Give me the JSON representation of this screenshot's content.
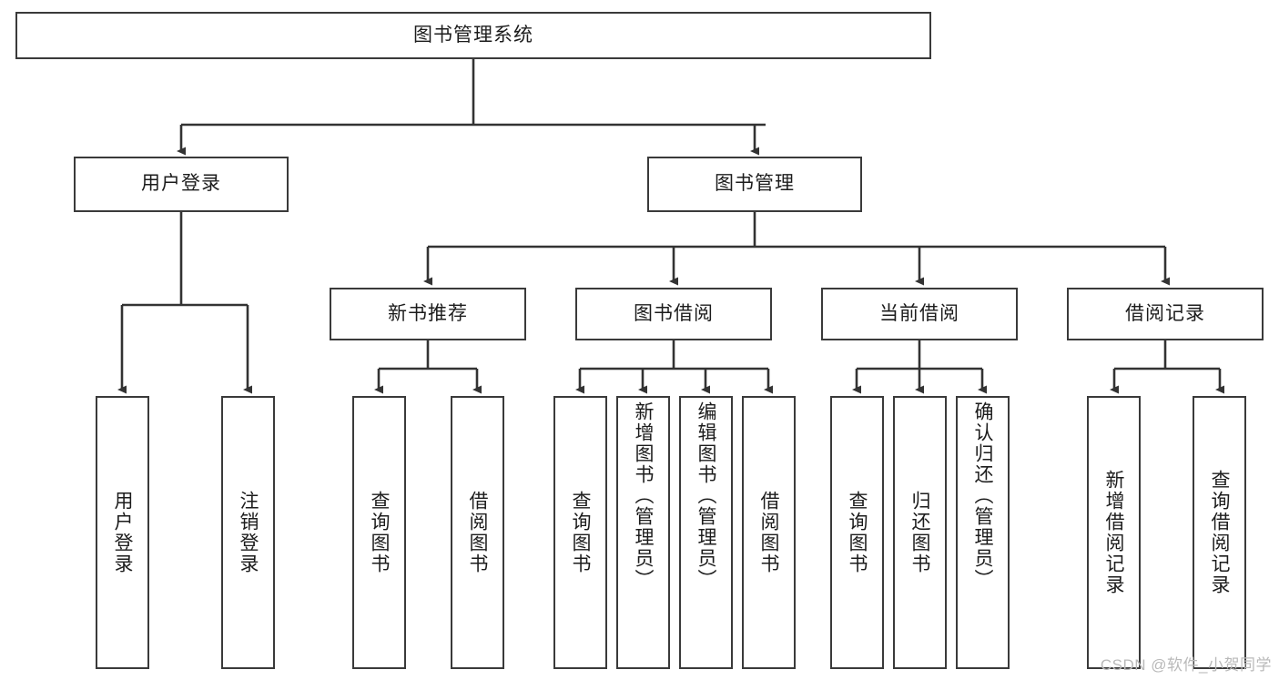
{
  "diagram": {
    "title": "图书管理系统",
    "type": "tree-hierarchy-chart",
    "colors": {
      "box_border": "#3a3a3a",
      "box_fill": "#ffffff",
      "connector": "#333333",
      "text": "#1c1c1c",
      "watermark": "#b9b9b9"
    },
    "root": {
      "label": "图书管理系统"
    },
    "level2": [
      {
        "label": "用户登录"
      },
      {
        "label": "图书管理"
      }
    ],
    "level3": [
      {
        "label": "新书推荐"
      },
      {
        "label": "图书借阅"
      },
      {
        "label": "当前借阅"
      },
      {
        "label": "借阅记录"
      }
    ],
    "leaves": {
      "user_login": [
        {
          "label": "用户登录"
        },
        {
          "label": "注销登录"
        }
      ],
      "new_book_recommend": [
        {
          "label": "查询图书"
        },
        {
          "label": "借阅图书"
        }
      ],
      "book_borrow": [
        {
          "label": "查询图书"
        },
        {
          "label": "新增图书（管理员）"
        },
        {
          "label": "编辑图书（管理员）"
        },
        {
          "label": "借阅图书"
        }
      ],
      "current_borrow": [
        {
          "label": "查询图书"
        },
        {
          "label": "归还图书"
        },
        {
          "label": "确认归还（管理员）"
        }
      ],
      "borrow_record": [
        {
          "label": "新增借阅记录"
        },
        {
          "label": "查询借阅记录"
        }
      ]
    }
  },
  "watermark": {
    "text": "CSDN @软件_小贺同学"
  }
}
